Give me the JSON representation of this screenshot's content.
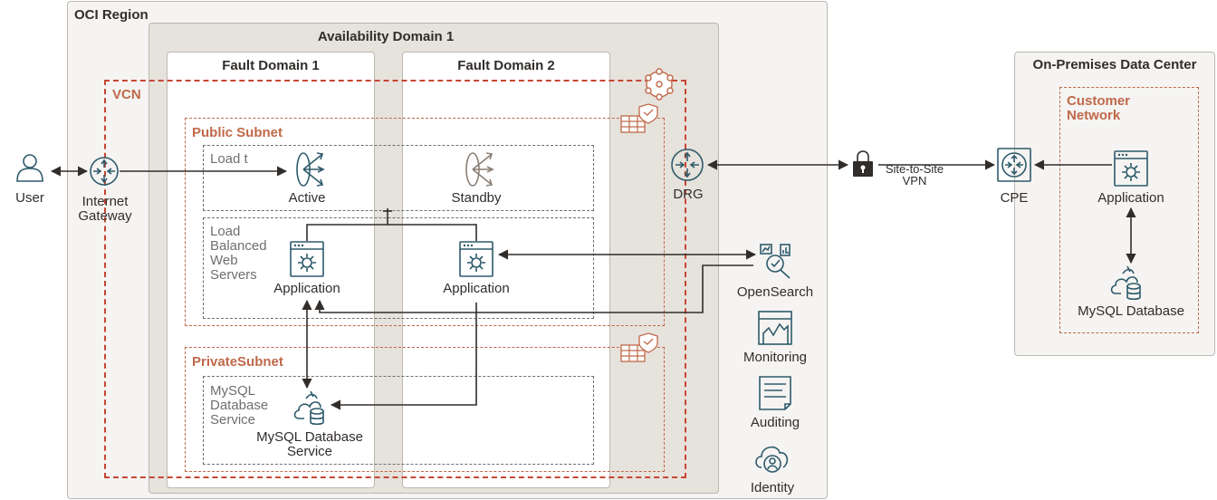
{
  "containers": {
    "oci_region": "OCI Region",
    "availability_domain": "Availability Domain 1",
    "fault_domain_1": "Fault Domain 1",
    "fault_domain_2": "Fault Domain 2",
    "vcn": "VCN",
    "public_subnet": "Public Subnet",
    "private_subnet": "PrivateSubnet",
    "onprem": "On-Premises Data Center",
    "customer_network": "Customer Network"
  },
  "groups": {
    "load_balancer": "Load t",
    "web_servers": "Load Balanced Web Servers",
    "db_service": "MySQL Database Service"
  },
  "nodes": {
    "user": "User",
    "internet_gateway": "Internet Gateway",
    "lb_active": "Active",
    "lb_standby": "Standby",
    "app1": "Application",
    "app2": "Application",
    "mysql": "MySQL Database Service",
    "drg": "DRG",
    "vpn": "Site-to-Site VPN",
    "cpe": "CPE",
    "onprem_app": "Application",
    "onprem_db": "MySQL Database",
    "opensearch": "OpenSearch",
    "monitoring": "Monitoring",
    "auditing": "Auditing",
    "identity": "Identity"
  },
  "icons": {
    "user": "user-icon",
    "internet_gateway": "internet-gateway-icon",
    "load_balancer": "load-balancer-icon",
    "application": "gear-window-icon",
    "database": "cloud-database-icon",
    "router": "router-icon",
    "vpn": "lock-icon",
    "security_list": "security-list-icon",
    "vcn": "network-icon",
    "opensearch": "search-analytics-icon",
    "monitoring": "chart-icon",
    "auditing": "document-icon",
    "identity": "identity-cloud-icon"
  },
  "colors": {
    "accent_orange": "#c0694a",
    "vcn_red": "#c74634",
    "icon_teal": "#2e5a6b",
    "text_dark": "#312d2a",
    "panel_bg": "#f5f4f2",
    "domain_bg": "#e6e2dc"
  }
}
